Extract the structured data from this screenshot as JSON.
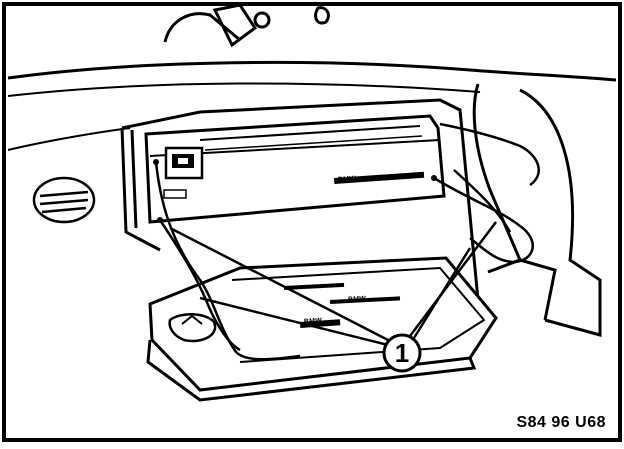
{
  "diagram": {
    "reference_code": "S84 96 U68",
    "callout_number": "1",
    "brand_text": "BMW",
    "stroke_color": "#000000",
    "background_color": "#ffffff",
    "parts": [
      "frame-border",
      "dashboard",
      "cd-unit",
      "eject-button",
      "hinged-flap",
      "cable-loop",
      "vent",
      "tray",
      "callout"
    ]
  }
}
